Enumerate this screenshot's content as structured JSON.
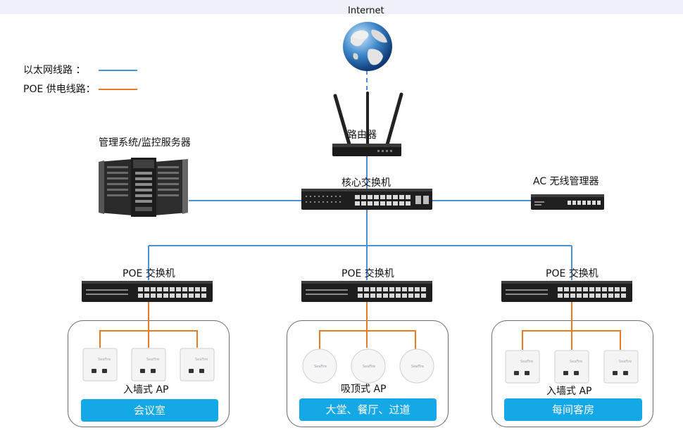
{
  "internet_label": "Internet",
  "legend": {
    "ethernet_label": "以太网线路   ：",
    "poe_label": "POE 供电线路：",
    "ethernet_color": "#4d8fd6",
    "poe_color": "#e97b22"
  },
  "devices": {
    "router": "路由器",
    "core_switch": "核心交换机",
    "server": "管理系统/监控服务器",
    "ac_controller": "AC 无线管理器",
    "poe_left": "POE 交换机",
    "poe_center": "POE 交换机",
    "poe_right": "POE 交换机"
  },
  "groups": [
    {
      "ap_type": "入墙式 AP",
      "location": "会议室"
    },
    {
      "ap_type": "吸顶式 AP",
      "location": "大堂、餐厅、过道"
    },
    {
      "ap_type": "入墙式 AP",
      "location": "每间客房"
    }
  ]
}
